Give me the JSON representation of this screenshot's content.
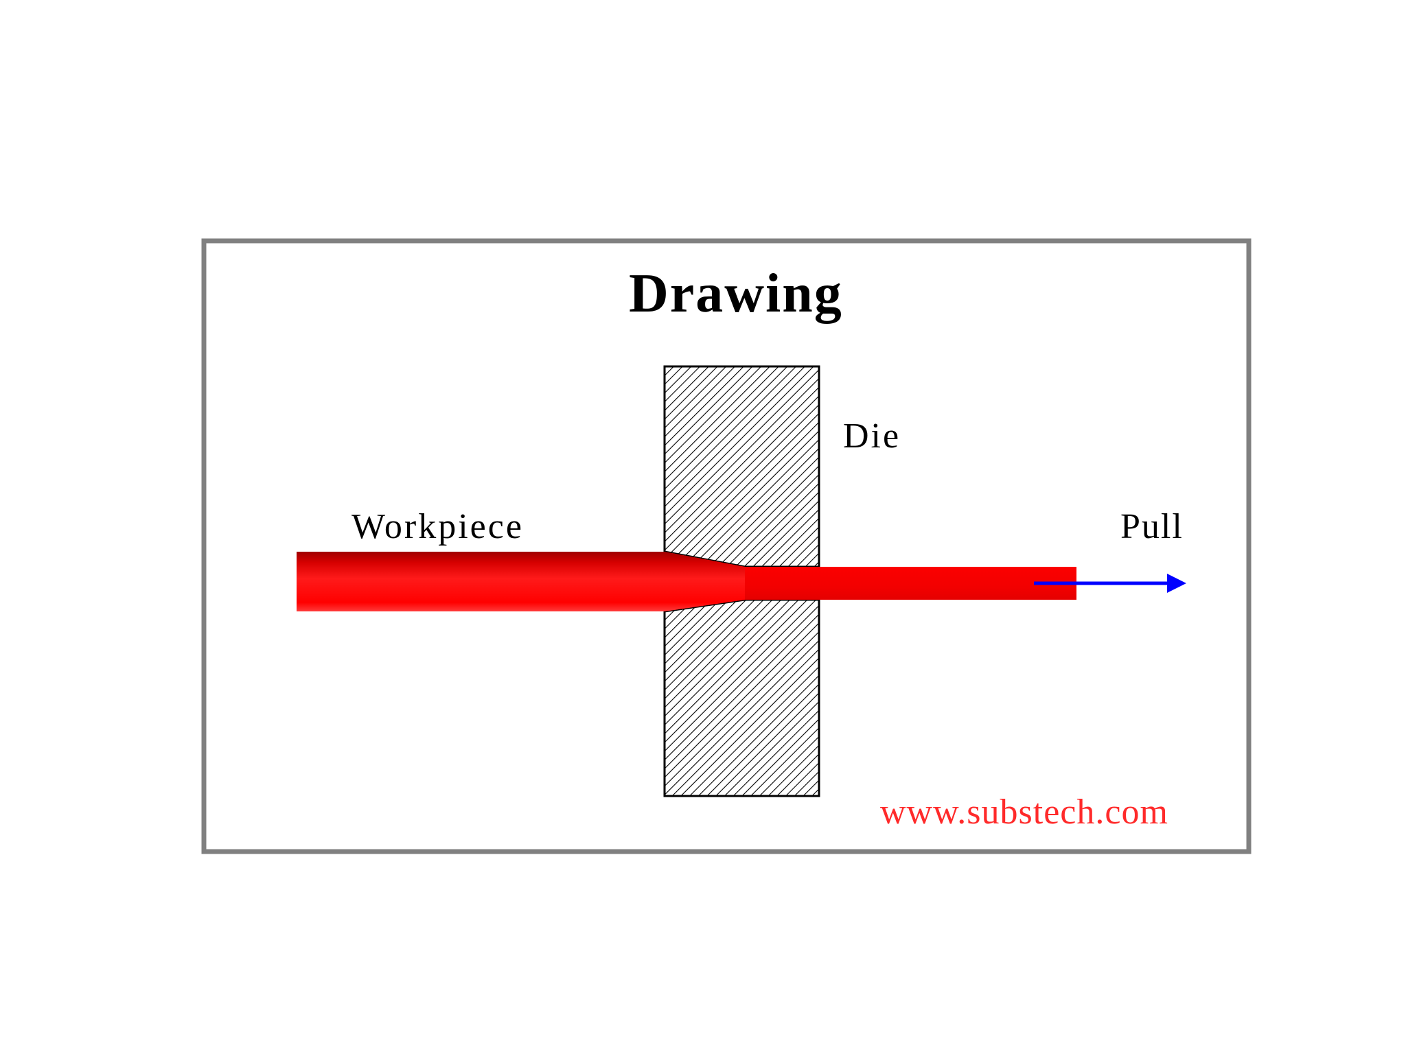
{
  "title": "Drawing",
  "labels": {
    "die": "Die",
    "workpiece": "Workpiece",
    "pull": "Pull"
  },
  "watermark": "www.substech.com",
  "colors": {
    "frame_border": "#808080",
    "workpiece": "#ff0000",
    "workpiece_shadow": "#b00000",
    "die_hatch": "#000000",
    "die_fill": "#ffffff",
    "pull_arrow": "#0000ff",
    "watermark": "#ff2a2a",
    "text": "#000000"
  },
  "icons": {
    "pull_direction": "arrow-right-icon"
  }
}
